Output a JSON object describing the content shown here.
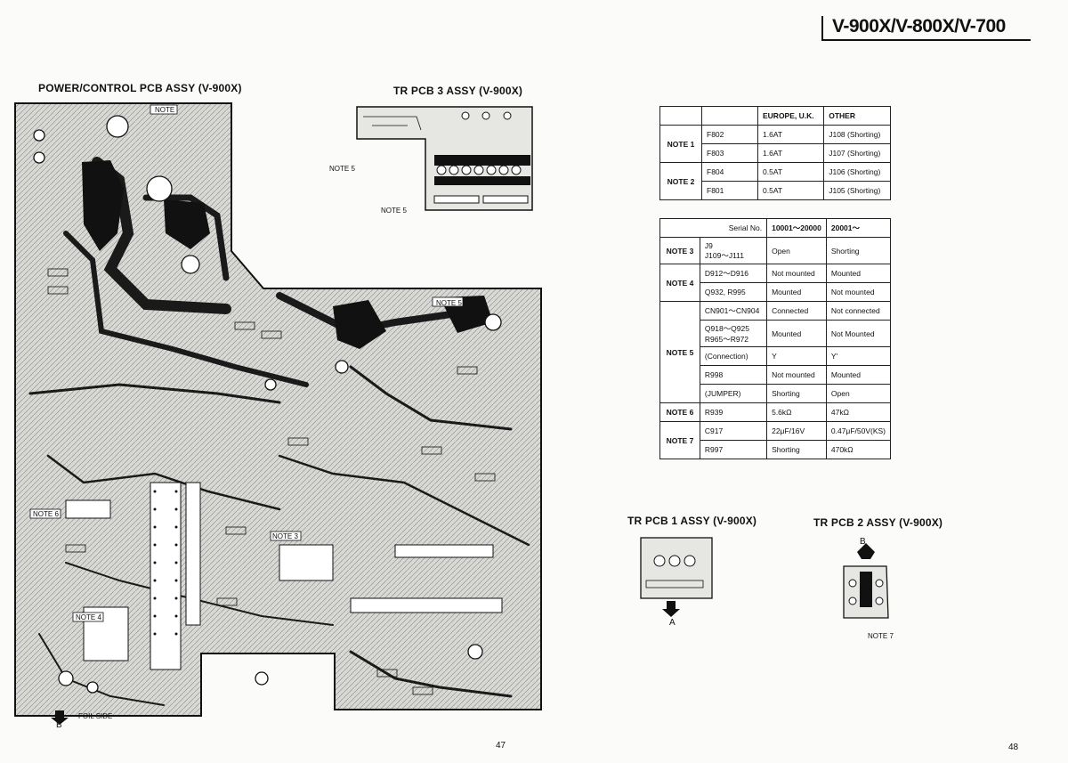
{
  "header": {
    "model_title": "V-900X/V-800X/V-700"
  },
  "sections": {
    "power_control": "POWER/CONTROL PCB ASSY (V-900X)",
    "tr_pcb3": "TR PCB 3 ASSY (V-900X)",
    "tr_pcb1": "TR PCB 1 ASSY (V-900X)",
    "tr_pcb2": "TR PCB 2 ASSY (V-900X)"
  },
  "board_labels": {
    "note": "NOTE",
    "note3": "NOTE 3",
    "note4": "NOTE 4",
    "note5": "NOTE 5",
    "note6": "NOTE 6",
    "note7": "NOTE 7",
    "foil_side": "FOIL SIDE",
    "arrow_a": "A",
    "arrow_b": "B"
  },
  "table1": {
    "headers": [
      "",
      "",
      "EUROPE, U.K.",
      "OTHER"
    ],
    "groups": [
      {
        "note": "NOTE 1",
        "rows": [
          [
            "F802",
            "1.6AT",
            "J108 (Shorting)"
          ],
          [
            "F803",
            "1.6AT",
            "J107 (Shorting)"
          ]
        ]
      },
      {
        "note": "NOTE 2",
        "rows": [
          [
            "F804",
            "0.5AT",
            "J106 (Shorting)"
          ],
          [
            "F801",
            "0.5AT",
            "J105 (Shorting)"
          ]
        ]
      }
    ]
  },
  "table2": {
    "headers": [
      "Serial No.",
      "10001～20000",
      "20001～"
    ],
    "rows": [
      {
        "note": "NOTE 3",
        "part": "J9\nJ109～J111",
        "a": "Open",
        "b": "Shorting"
      },
      {
        "note": "NOTE 4",
        "part": "D912～D916",
        "a": "Not mounted",
        "b": "Mounted"
      },
      {
        "note": "",
        "part": "Q932, R995",
        "a": "Mounted",
        "b": "Not mounted"
      },
      {
        "note": "NOTE 5",
        "part": "CN901～CN904",
        "a": "Connected",
        "b": "Not connected"
      },
      {
        "note": "",
        "part": "Q918～Q925\nR965～R972",
        "a": "Mounted",
        "b": "Not Mounted"
      },
      {
        "note": "",
        "part": "(Connection)",
        "a": "Y",
        "b": "Y'"
      },
      {
        "note": "",
        "part": "R998",
        "a": "Not mounted",
        "b": "Mounted"
      },
      {
        "note": "",
        "part": "(JUMPER)",
        "a": "Shorting",
        "b": "Open"
      },
      {
        "note": "NOTE 6",
        "part": "R939",
        "a": "5.6kΩ",
        "b": "47kΩ"
      },
      {
        "note": "NOTE 7",
        "part": "C917",
        "a": "22μF/16V",
        "b": "0.47μF/50V(KS)"
      },
      {
        "note": "",
        "part": "R997",
        "a": "Shorting",
        "b": "470kΩ"
      }
    ]
  },
  "pages": {
    "left": "47",
    "right": "48"
  }
}
